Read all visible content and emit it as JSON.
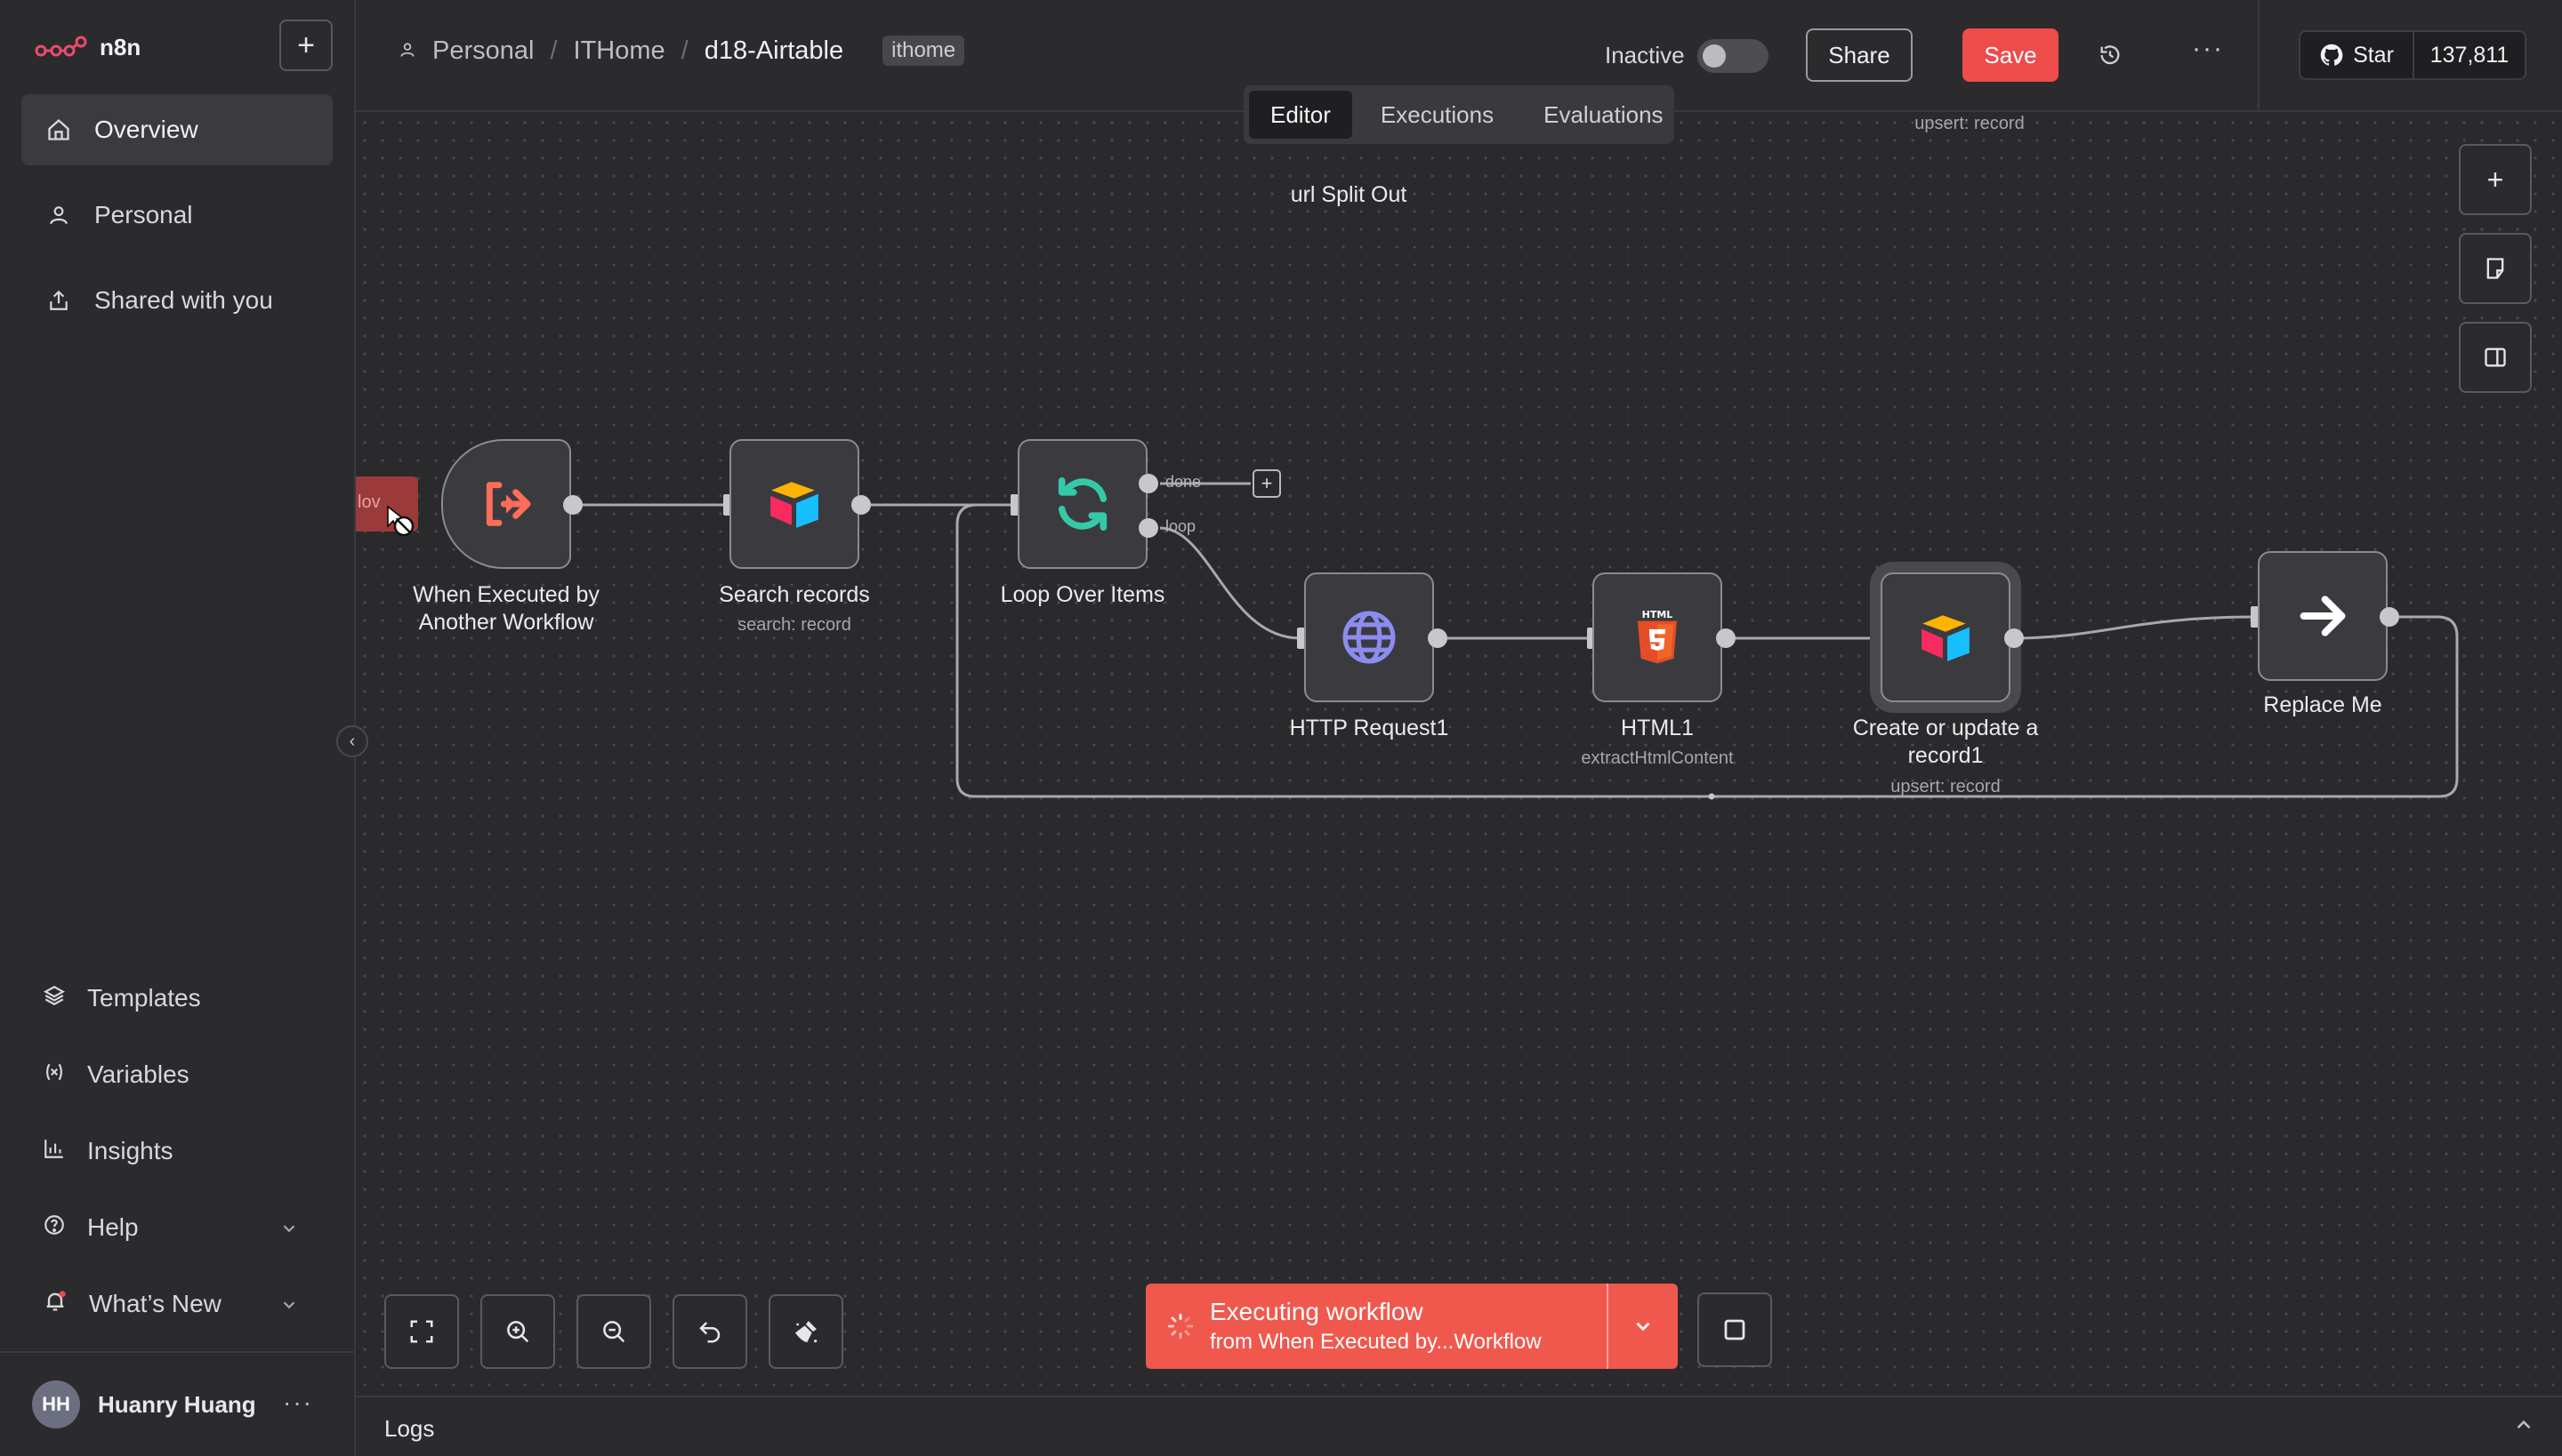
{
  "app": {
    "name": "n8n"
  },
  "sidebar": {
    "nav": [
      {
        "label": "Overview",
        "icon": "home-icon"
      },
      {
        "label": "Personal",
        "icon": "user-icon"
      },
      {
        "label": "Shared with you",
        "icon": "share-icon"
      }
    ],
    "bottom": [
      {
        "label": "Templates",
        "icon": "templates-icon"
      },
      {
        "label": "Variables",
        "icon": "variables-icon"
      },
      {
        "label": "Insights",
        "icon": "insights-icon"
      },
      {
        "label": "Help",
        "icon": "help-icon"
      },
      {
        "label": "What’s New",
        "icon": "bell-icon"
      }
    ],
    "user": {
      "initials": "HH",
      "name": "Huanry Huang"
    }
  },
  "header": {
    "breadcrumb": [
      "Personal",
      "ITHome",
      "d18-Airtable"
    ],
    "tag": "ithome",
    "status_label": "Inactive",
    "share_label": "Share",
    "save_label": "Save",
    "github": {
      "star_label": "Star",
      "count": "137,811"
    }
  },
  "tabs": [
    "Editor",
    "Executions",
    "Evaluations"
  ],
  "canvas": {
    "top_partial": {
      "label": "url Split Out",
      "sub": "upsert: record"
    },
    "nodes": [
      {
        "id": "trigger",
        "label": "When Executed by Another Workflow",
        "sub": ""
      },
      {
        "id": "search",
        "label": "Search records",
        "sub": "search: record"
      },
      {
        "id": "loop",
        "label": "Loop Over Items",
        "sub": "",
        "outputs": [
          "done",
          "loop"
        ]
      },
      {
        "id": "http",
        "label": "HTTP Request1",
        "sub": ""
      },
      {
        "id": "html",
        "label": "HTML1",
        "sub": "extractHtmlContent"
      },
      {
        "id": "airtable",
        "label": "Create or update a record1",
        "sub": "upsert: record"
      },
      {
        "id": "replace",
        "label": "Replace Me",
        "sub": ""
      }
    ],
    "left_stub_text": "lov"
  },
  "execution": {
    "title": "Executing workflow",
    "subtitle": "from When Executed by...Workflow"
  },
  "logs": {
    "label": "Logs"
  },
  "colors": {
    "accent": "#ee4b4b",
    "banner": "#f0584e"
  }
}
